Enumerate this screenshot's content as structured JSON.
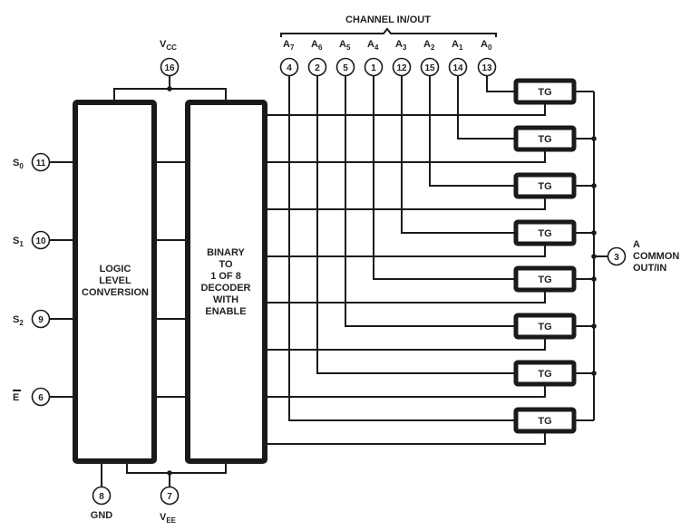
{
  "diagram": {
    "channel_header": "CHANNEL IN/OUT",
    "channels": [
      {
        "name": "A",
        "sub": "7",
        "pin": "4"
      },
      {
        "name": "A",
        "sub": "6",
        "pin": "2"
      },
      {
        "name": "A",
        "sub": "5",
        "pin": "5"
      },
      {
        "name": "A",
        "sub": "4",
        "pin": "1"
      },
      {
        "name": "A",
        "sub": "3",
        "pin": "12"
      },
      {
        "name": "A",
        "sub": "2",
        "pin": "15"
      },
      {
        "name": "A",
        "sub": "1",
        "pin": "14"
      },
      {
        "name": "A",
        "sub": "0",
        "pin": "13"
      }
    ],
    "inputs": [
      {
        "name": "S",
        "sub": "0",
        "pin": "11",
        "overbar": false
      },
      {
        "name": "S",
        "sub": "1",
        "pin": "10",
        "overbar": false
      },
      {
        "name": "S",
        "sub": "2",
        "pin": "9",
        "overbar": false
      },
      {
        "name": "E",
        "sub": "",
        "pin": "6",
        "overbar": true
      }
    ],
    "vcc": {
      "name": "V",
      "sub": "CC",
      "pin": "16"
    },
    "gnd": {
      "name": "GND",
      "pin": "8"
    },
    "vee": {
      "name": "V",
      "sub": "EE",
      "pin": "7"
    },
    "logic_block": [
      "LOGIC",
      "LEVEL",
      "CONVERSION"
    ],
    "decoder_block": [
      "BINARY",
      "TO",
      "1 OF 8",
      "DECODER",
      "WITH",
      "ENABLE"
    ],
    "tg_label": "TG",
    "tg_count": 8,
    "common": {
      "pin": "3",
      "lines": [
        "A",
        "COMMON",
        "OUT/IN"
      ]
    }
  }
}
